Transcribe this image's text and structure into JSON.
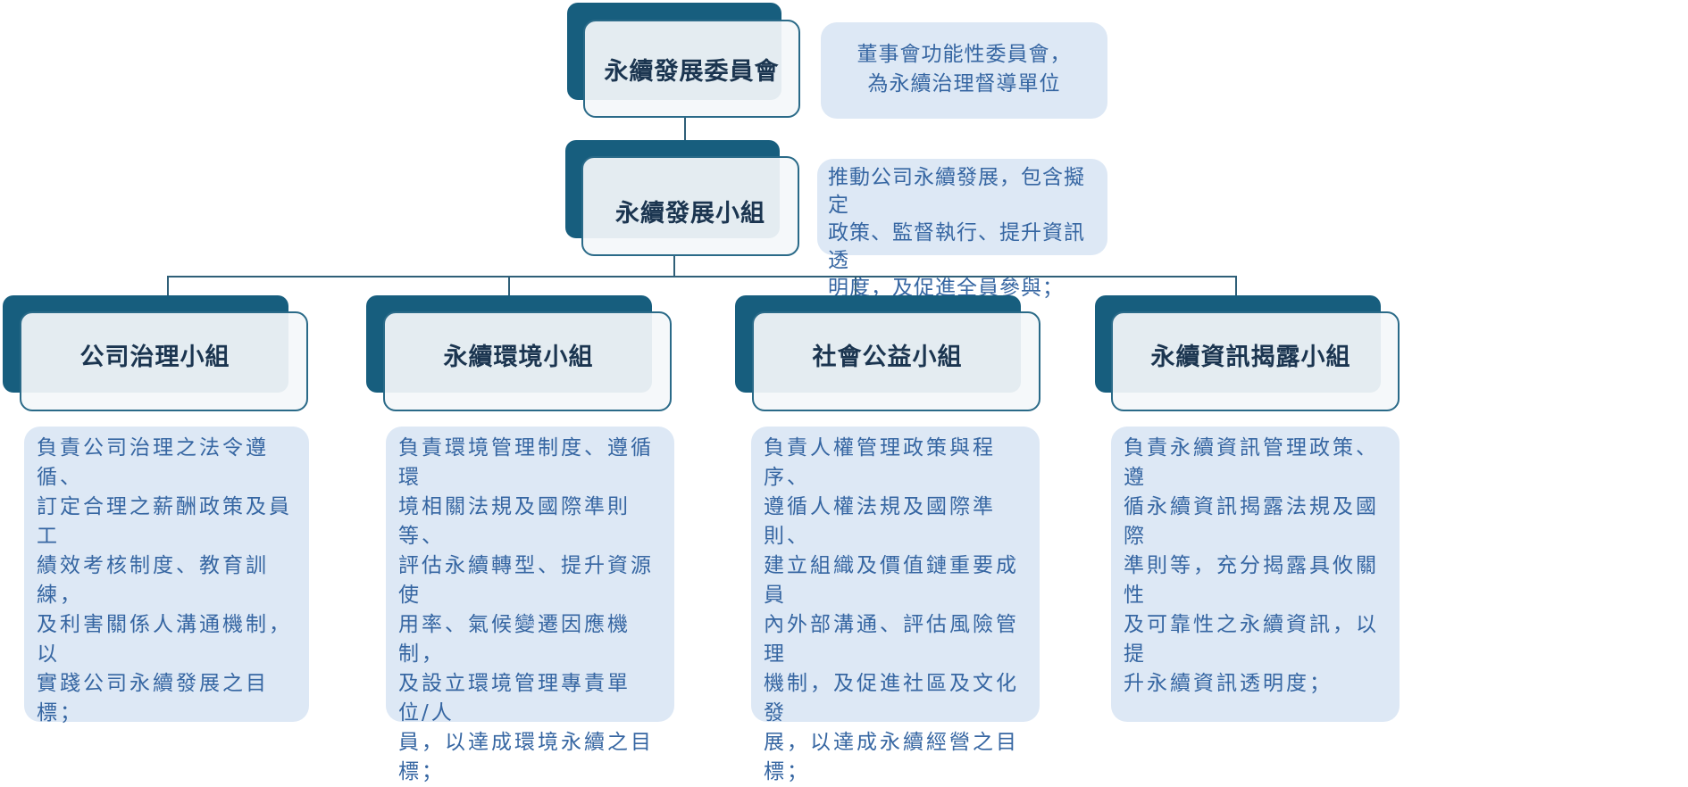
{
  "committee": {
    "title": "永續發展委員會",
    "description": "董事會功能性委員會，\n為永續治理督導單位"
  },
  "task_force": {
    "title": "永續發展小組",
    "description": "推動公司永續發展，包含擬定\n政策、監督執行、提升資訊透\n明度，及促進全員參與；"
  },
  "groups": [
    {
      "title": "公司治理小組",
      "description": "負責公司治理之法令遵循、\n訂定合理之薪酬政策及員工\n績效考核制度、教育訓練，\n及利害關係人溝通機制，以\n實踐公司永續發展之目標；"
    },
    {
      "title": "永續環境小組",
      "description": "負責環境管理制度、遵循環\n境相關法規及國際準則等、\n評估永續轉型、提升資源使\n用率、氣候變遷因應機制，\n及設立環境管理專責單位/人\n員，以達成環境永續之目標；"
    },
    {
      "title": "社會公益小組",
      "description": "負責人權管理政策與程序、\n遵循人權法規及國際準則、\n建立組織及價值鏈重要成員\n內外部溝通、評估風險管理\n機制，及促進社區及文化發\n展，以達成永續經營之目標；"
    },
    {
      "title": "永續資訊揭露小組",
      "description": "負責永續資訊管理政策、遵\n循永續資訊揭露法規及國際\n準則等，充分揭露具攸關性\n及可靠性之永續資訊，以提\n升永續資訊透明度；"
    }
  ]
}
